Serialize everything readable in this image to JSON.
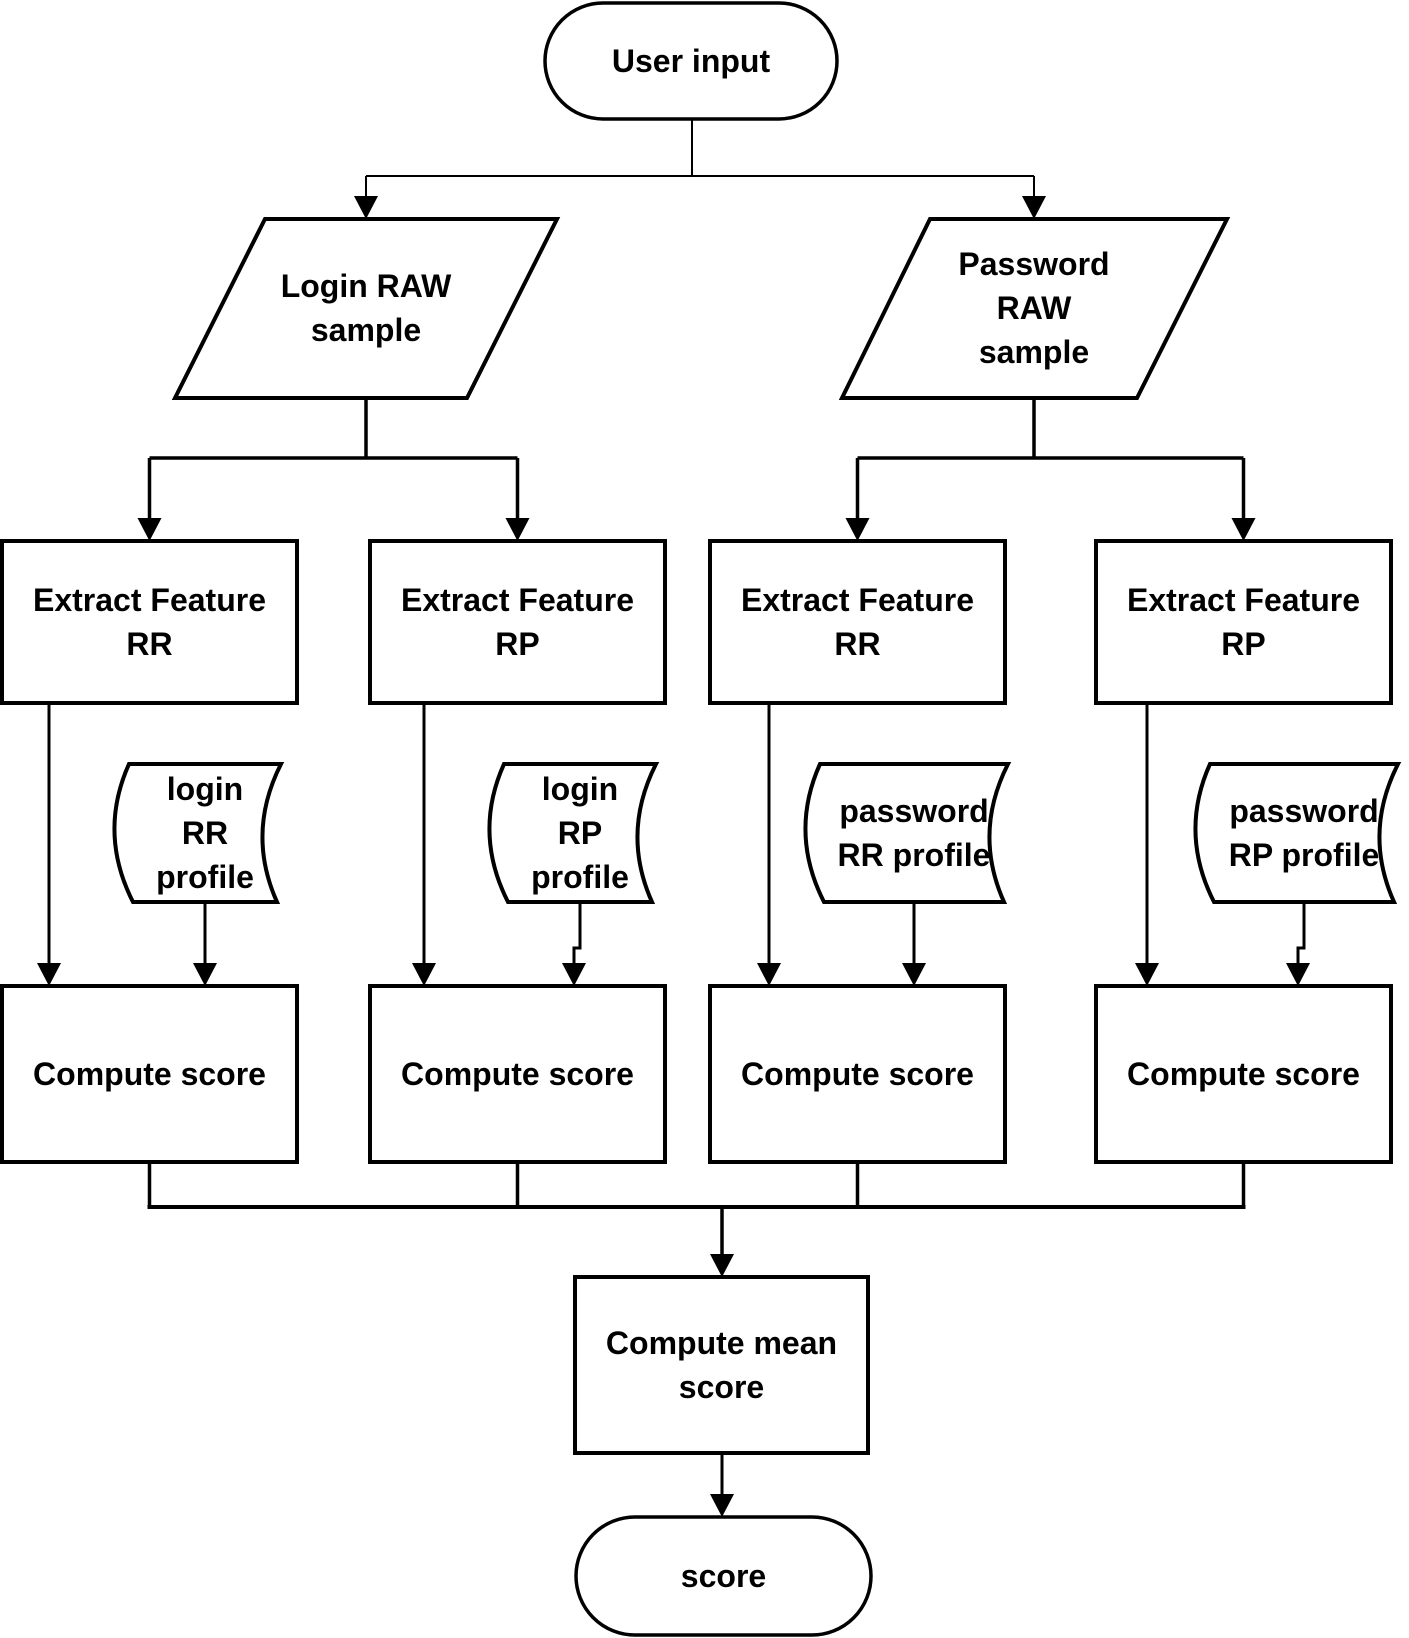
{
  "diagram": {
    "type": "flowchart",
    "colors": {
      "stroke": "#000000",
      "node_fill": "#ffffff",
      "background": "#ffffff"
    }
  },
  "nodes": {
    "user_input": {
      "label": "User input",
      "shape": "terminator"
    },
    "login_raw_sample": {
      "label": "Login RAW\nsample",
      "shape": "parallelogram"
    },
    "password_raw_sample": {
      "label": "Password\nRAW\nsample",
      "shape": "parallelogram"
    },
    "extract_login_rr": {
      "label": "Extract Feature\nRR",
      "shape": "process"
    },
    "extract_login_rp": {
      "label": "Extract Feature\nRP",
      "shape": "process"
    },
    "extract_password_rr": {
      "label": "Extract Feature\nRR",
      "shape": "process"
    },
    "extract_password_rp": {
      "label": "Extract Feature\nRP",
      "shape": "process"
    },
    "login_rr_profile": {
      "label": "login\nRR\nprofile",
      "shape": "stored-data"
    },
    "login_rp_profile": {
      "label": "login\nRP\nprofile",
      "shape": "stored-data"
    },
    "password_rr_profile": {
      "label": "password\nRR profile",
      "shape": "stored-data"
    },
    "password_rp_profile": {
      "label": "password\nRP profile",
      "shape": "stored-data"
    },
    "compute_score_1": {
      "label": "Compute score",
      "shape": "process"
    },
    "compute_score_2": {
      "label": "Compute score",
      "shape": "process"
    },
    "compute_score_3": {
      "label": "Compute score",
      "shape": "process"
    },
    "compute_score_4": {
      "label": "Compute score",
      "shape": "process"
    },
    "compute_mean_score": {
      "label": "Compute mean\nscore",
      "shape": "process"
    },
    "score": {
      "label": "score",
      "shape": "terminator"
    }
  }
}
